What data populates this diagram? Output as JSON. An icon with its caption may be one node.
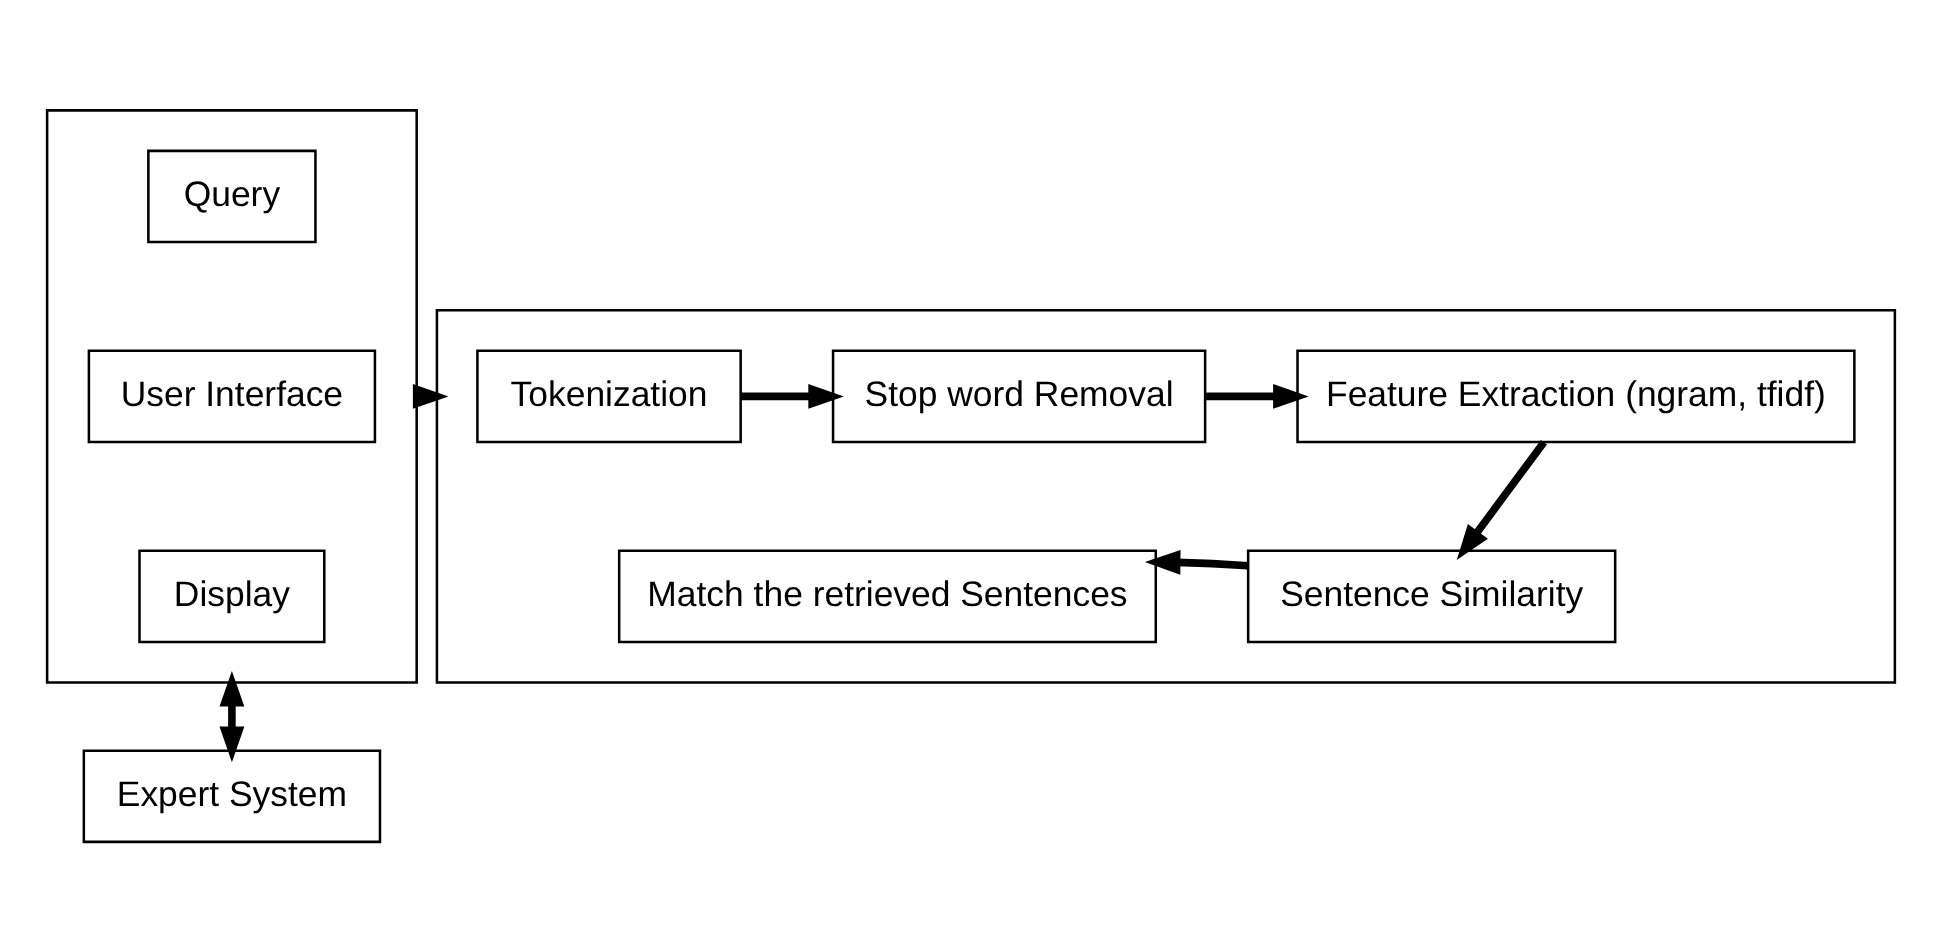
{
  "diagram": {
    "nodes": [
      {
        "text": [],
        "shape": "box"
      },
      {
        "text": [
          "Query"
        ],
        "in": 0
      },
      {
        "text": [
          "User Interface"
        ],
        "in": 0
      },
      {
        "text": [
          "Display"
        ],
        "in": 0
      },
      {
        "text": [
          "Expert System"
        ]
      },
      {
        "text": [],
        "shape": "box"
      },
      {
        "text": [
          "Tokenization"
        ],
        "in": 5
      },
      {
        "text": [
          "Stop word Removal"
        ],
        "in": 5
      },
      {
        "text": [
          "Feature Extraction (ngram, tfidf)"
        ],
        "in": 5
      },
      {
        "text": [
          "Sentence Similarity"
        ],
        "in": 5
      },
      {
        "text": [
          "Match the retrieved Sentences"
        ],
        "in": 5
      }
    ],
    "edges": [
      {
        "from": 0,
        "to": 5,
        "arrow": "to"
      },
      {
        "from": 4,
        "to": 0,
        "arrow": "both"
      },
      {
        "from": 6,
        "to": 7,
        "arrow": "to"
      },
      {
        "from": 7,
        "to": 8,
        "arrow": "to"
      },
      {
        "from": 8,
        "to": 9,
        "arrow": "to"
      },
      {
        "from": 9,
        "to": 10,
        "arrow": "to"
      }
    ]
  }
}
